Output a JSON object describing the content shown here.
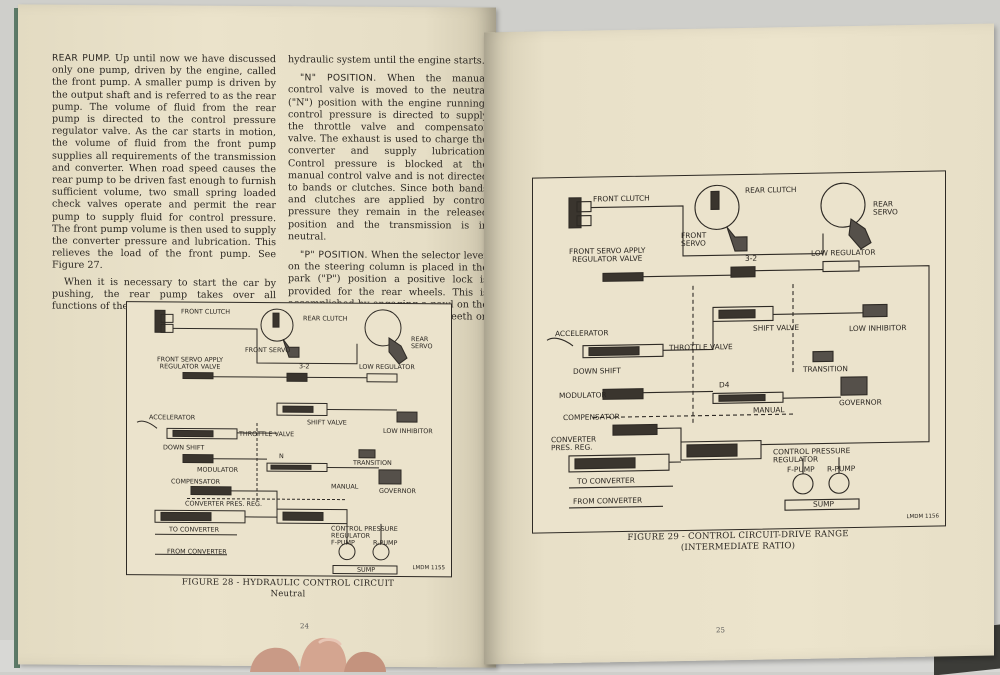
{
  "left_page": {
    "col_left": {
      "p1_head": "REAR PUMP.",
      "p1_body": "Up until now we have discussed only one pump, driven by the engine, called the front pump. A smaller pump is driven by the output shaft and is referred to as the rear pump. The volume of fluid from the rear pump is directed to the control pressure regulator valve. As the car starts in motion, the volume of fluid from the front pump supplies all requirements of the transmission and converter. When road speed causes the rear pump to be driven fast enough to furnish sufficient volume, two small spring loaded check valves operate and permit the rear pump to supply fluid for control pressure. The front pump volume is then used to supply the converter pressure and lubrication. This relieves the load of the front pump. See Figure 27.",
      "p2": "When it is necessary to start the car by pushing, the rear pump takes over all functions of the"
    },
    "col_right": {
      "p0": "hydraulic system until the engine starts.",
      "p1_head": "\"N\" POSITION.",
      "p1_body": "When the manual control valve is moved to the neutral (\"N\") position with the engine running, control pressure is directed to supply the throttle valve and compensator valve. The exhaust is used to charge the converter and supply lubrication. Control pressure is blocked at the manual control valve and is not directed to bands or clutches. Since both bands and clutches are applied by control pressure they remain in the released position and the transmission is in neutral.",
      "p2_head": "\"P\" POSITION.",
      "p2_body": "When the selector lever on the steering column is placed in the park (\"P\") position a positive lock is provided for the rear wheels. This is accomplished by engaging a pawl on the transmission case with external teeth on the output shaft."
    },
    "figure": {
      "labels": {
        "front_clutch": "FRONT CLUTCH",
        "rear_clutch": "REAR CLUTCH",
        "front_servo": "FRONT SERVO",
        "rear_servo": "REAR\nSERVO",
        "front_servo_apply": "FRONT SERVO APPLY\nREGULATOR VALVE",
        "low_regulator": "LOW REGULATOR",
        "three_two": "3-2",
        "shift_valve": "SHIFT VALVE",
        "low_inhibitor": "LOW INHIBITOR",
        "accelerator": "ACCELERATOR",
        "throttle_valve": "THROTTLE VALVE",
        "down_shift": "DOWN SHIFT",
        "modulator": "MODULATOR",
        "transition": "TRANSITION",
        "n": "N",
        "manual": "MANUAL",
        "governor": "GOVERNOR",
        "compensator": "COMPENSATOR",
        "converter_pres_reg": "CONVERTER PRES. REG.",
        "to_converter": "TO CONVERTER",
        "control_pressure_regulator": "CONTROL PRESSURE\nREGULATOR",
        "f_pump": "F-PUMP",
        "r_pump": "R-PUMP",
        "from_converter": "FROM CONVERTER",
        "sump": "SUMP"
      },
      "code": "LMDM 1155",
      "caption_line1": "FIGURE 28 - HYDRAULIC CONTROL CIRCUIT",
      "caption_line2": "Neutral"
    },
    "page_number": "24"
  },
  "right_page": {
    "figure": {
      "labels": {
        "front_clutch": "FRONT CLUTCH",
        "rear_clutch": "REAR CLUTCH",
        "rear_servo": "REAR\nSERVO",
        "front_servo": "FRONT\nSERVO",
        "front_servo_apply": "FRONT SERVO APPLY\nREGULATOR VALVE",
        "three_two": "3-2",
        "low_regulator": "LOW REGULATOR",
        "low_inhibitor": "LOW INHIBITOR",
        "shift_valve": "SHIFT VALVE",
        "accelerator": "ACCELERATOR",
        "throttle_valve": "THROTTLE VALVE",
        "down_shift": "DOWN SHIFT",
        "transition": "TRANSITION",
        "modulator": "MODULATOR",
        "d4": "D4",
        "governor": "GOVERNOR",
        "compensator": "COMPENSATOR",
        "manual": "MANUAL",
        "converter_pres_reg": "CONVERTER\nPRES. REG.",
        "control_pressure_regulator": "CONTROL PRESSURE\nREGULATOR",
        "f_pump": "F-PUMP",
        "r_pump": "R-PUMP",
        "to_converter": "TO CONVERTER",
        "from_converter": "FROM CONVERTER",
        "sump": "SUMP"
      },
      "code": "LMDM 1156",
      "caption_line1": "FIGURE 29 - CONTROL CIRCUIT-DRIVE RANGE",
      "caption_line2": "(INTERMEDIATE RATIO)"
    },
    "page_number": "25"
  },
  "colors": {
    "paper": "#e9e1c9",
    "ink": "#2b2722",
    "table": "#d8d8d5",
    "book_edge": "#5d7a68"
  }
}
